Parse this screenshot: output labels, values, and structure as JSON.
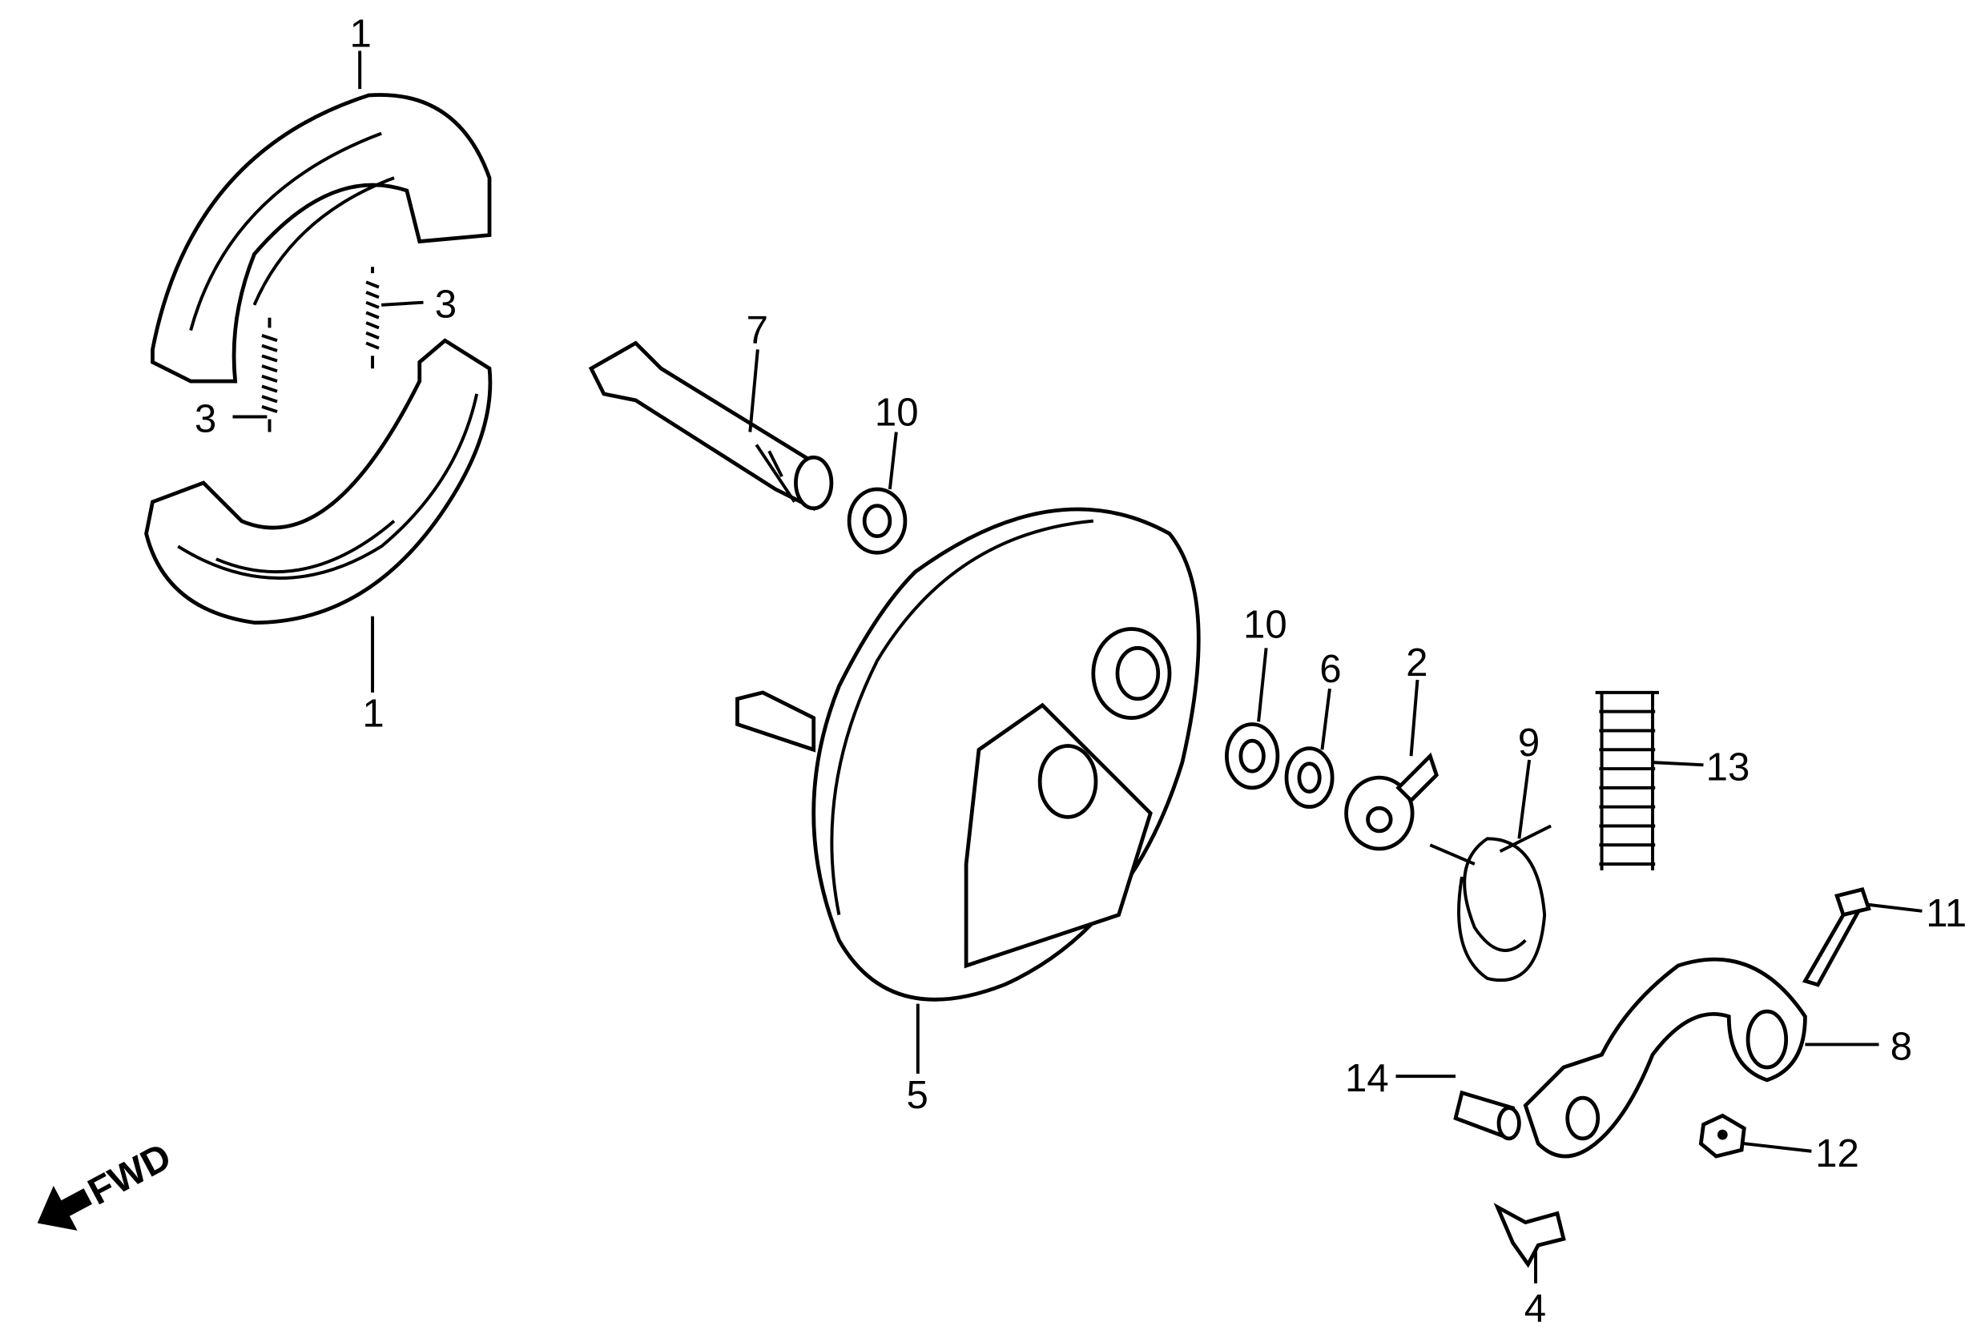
{
  "diagram": {
    "title": "Rear brake panel exploded parts diagram",
    "direction_indicator": "FWD",
    "labels": [
      {
        "id": "shoe-top",
        "text": "1"
      },
      {
        "id": "shoe-bottom",
        "text": "1"
      },
      {
        "id": "spring-right",
        "text": "3"
      },
      {
        "id": "spring-left",
        "text": "3"
      },
      {
        "id": "cam",
        "text": "7"
      },
      {
        "id": "seal-upper",
        "text": "10"
      },
      {
        "id": "seal-lower",
        "text": "10"
      },
      {
        "id": "felt-seal",
        "text": "6"
      },
      {
        "id": "wear-indicator",
        "text": "2"
      },
      {
        "id": "return-spring",
        "text": "9"
      },
      {
        "id": "coil-spring",
        "text": "13"
      },
      {
        "id": "bolt",
        "text": "11"
      },
      {
        "id": "brake-arm",
        "text": "8"
      },
      {
        "id": "joint-pin",
        "text": "14"
      },
      {
        "id": "nut",
        "text": "12"
      },
      {
        "id": "wing-nut",
        "text": "4"
      },
      {
        "id": "brake-panel",
        "text": "5"
      }
    ]
  }
}
